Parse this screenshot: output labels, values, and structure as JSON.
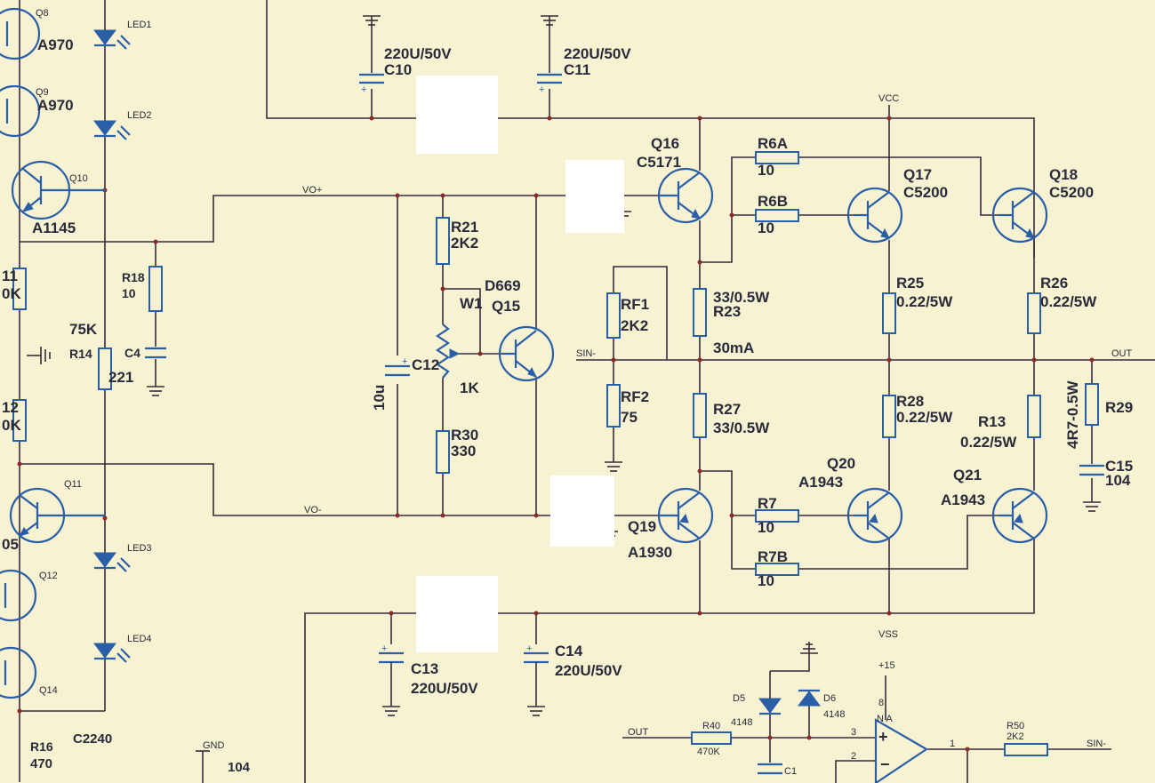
{
  "transistors": {
    "q8": {
      "ref": "Q8",
      "part": "A970"
    },
    "q9": {
      "ref": "Q9",
      "part": "A970"
    },
    "q10": {
      "ref": "Q10",
      "part": "A1145"
    },
    "q11": {
      "ref": "Q11",
      "part": "05"
    },
    "q12": {
      "ref": "Q12"
    },
    "q14": {
      "ref": "Q14"
    },
    "q15": {
      "ref": "Q15",
      "part": "D669"
    },
    "q16": {
      "ref": "Q16",
      "part": "C5171"
    },
    "q17": {
      "ref": "Q17",
      "part": "C5200"
    },
    "q18": {
      "ref": "Q18",
      "part": "C5200"
    },
    "q19": {
      "ref": "Q19",
      "part": "A1930"
    },
    "q20": {
      "ref": "Q20",
      "part": "A1943"
    },
    "q21": {
      "ref": "Q21",
      "part": "A1943"
    }
  },
  "leds": {
    "led1": "LED1",
    "led2": "LED2",
    "led3": "LED3",
    "led4": "LED4"
  },
  "resistors": {
    "r11": {
      "ref": "11",
      "value": "0K"
    },
    "r12": {
      "ref": "12",
      "value": "0K"
    },
    "r14": {
      "ref": "R14",
      "value": "221",
      "extra": "75K"
    },
    "r16": {
      "ref": "R16",
      "value": "470"
    },
    "r18": {
      "ref": "R18",
      "value": "10"
    },
    "r21": {
      "ref": "R21",
      "value": "2K2"
    },
    "r30": {
      "ref": "R30",
      "value": "330"
    },
    "rf1": {
      "ref": "RF1",
      "value": "2K2"
    },
    "rf2": {
      "ref": "RF2",
      "value": "75"
    },
    "r23": {
      "ref": "R23",
      "value": "33/0.5W"
    },
    "r27": {
      "ref": "R27",
      "value": "33/0.5W"
    },
    "r6a": {
      "ref": "R6A",
      "value": "10"
    },
    "r6b": {
      "ref": "R6B",
      "value": "10"
    },
    "r7": {
      "ref": "R7",
      "value": "10"
    },
    "r7b": {
      "ref": "R7B",
      "value": "10"
    },
    "r25": {
      "ref": "R25",
      "value": "0.22/5W"
    },
    "r26": {
      "ref": "R26",
      "value": "0.22/5W"
    },
    "r28": {
      "ref": "R28",
      "value": "0.22/5W"
    },
    "r13": {
      "ref": "R13",
      "value": "0.22/5W"
    },
    "r29": {
      "ref": "R29",
      "value": "4R7-0.5W"
    },
    "r40": {
      "ref": "R40",
      "value": "470K"
    },
    "r50": {
      "ref": "R50",
      "value": "2K2"
    }
  },
  "pot": {
    "ref": "W1",
    "value": "1K"
  },
  "capacitors": {
    "c1": "C1",
    "c4": "C4",
    "c10": {
      "ref": "C10",
      "value": "220U/50V"
    },
    "c11": {
      "ref": "C11",
      "value": "220U/50V"
    },
    "c12": {
      "ref": "C12",
      "value": "10u"
    },
    "c13": {
      "ref": "C13",
      "value": "220U/50V"
    },
    "c14": {
      "ref": "C14",
      "value": "220U/50V"
    },
    "c15": {
      "ref": "C15",
      "value": "104"
    },
    "c2240": "C2240",
    "c104": "104"
  },
  "diodes": {
    "d5": {
      "ref": "D5",
      "value": "4148"
    },
    "d6": {
      "ref": "D6",
      "value": "4148"
    }
  },
  "opamp": {
    "ref": "N A",
    "supply": "+15",
    "pin_top": "8",
    "pin_in_p": "3",
    "pin_in_n": "2",
    "pin_out": "1"
  },
  "nets": {
    "vcc": "VCC",
    "vss": "VSS",
    "vo_plus": "VO+",
    "vo_minus": "VO-",
    "sin_minus": "SIN-",
    "out": "OUT",
    "gnd": "GND",
    "bias_current": "30mA",
    "opamp_in": "OUT",
    "opamp_out": "SIN-"
  }
}
